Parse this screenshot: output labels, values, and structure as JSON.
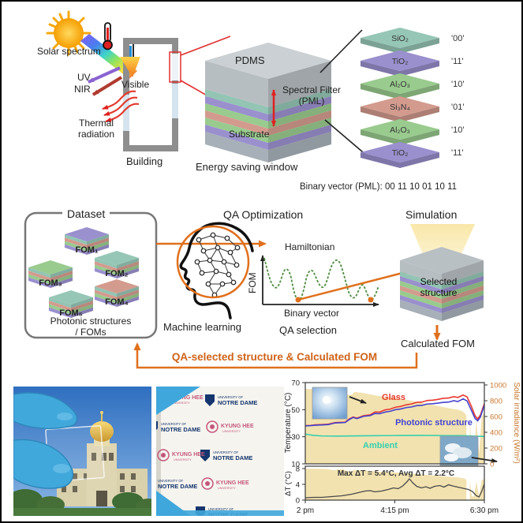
{
  "art": {
    "solar_spectrum": "Solar spectrum",
    "uv": "UV",
    "nir": "NIR",
    "thermal_radiation": "Thermal radiation",
    "visible": "Visible",
    "building": "Building",
    "pdms": "PDMS",
    "spectral_filter": "Spectral Filter (PML)",
    "substrate": "Substrate",
    "window_caption": "Energy saving window",
    "binary_vector": "Binary vector (PML): 00 11 10 01 10 11",
    "layers": [
      {
        "material": "SiO₂",
        "code": "'00'",
        "color": "#96c6b6"
      },
      {
        "material": "TiO₂",
        "code": "'11'",
        "color": "#9a90ce"
      },
      {
        "material": "Al₂O₃",
        "code": "'10'",
        "color": "#99cb8e"
      },
      {
        "material": "Si₃N₄",
        "code": "'01'",
        "color": "#d39b8e"
      },
      {
        "material": "Al₂O₃",
        "code": "'10'",
        "color": "#99cb8e"
      },
      {
        "material": "TiO₂",
        "code": "'11'",
        "color": "#9a90ce"
      }
    ]
  },
  "workflow": {
    "dataset_title": "Dataset",
    "fom_blocks": [
      {
        "label": "FOM₁",
        "color": "#9a90ce"
      },
      {
        "label": "FOM₂",
        "color": "#96c6b6"
      },
      {
        "label": "FOM₃",
        "color": "#99cb8e"
      },
      {
        "label": "FOM₄",
        "color": "#d39b8e"
      },
      {
        "label": "FOM₅",
        "color": "#96c6b6"
      }
    ],
    "dataset_caption1": "Photonic structures",
    "dataset_caption2": "/ FOMs",
    "machine_learning": "Machine learning",
    "qa_title": "QA Optimization",
    "hamiltonian": "Hamiltonian",
    "fom_axis": "FOM",
    "binary_axis": "Binary vector",
    "qa_selection": "QA selection",
    "simulation_title": "Simulation",
    "selected_structure": "Selected structure",
    "calculated_fom": "Calculated FOM",
    "feedback_banner": "QA-selected structure & Calculated FOM",
    "accent_color": "#e0701c"
  },
  "photos": {
    "notre_dame_top": "UNIVERSITY OF",
    "notre_dame": "NOTRE DAME",
    "kyung_hee": "KYUNG HEE",
    "kyung_hee_sub": "UNIVERSITY"
  },
  "chart_data": [
    {
      "type": "line",
      "left_axis": {
        "label": "Temperature (°C)",
        "ticks": [
          10,
          30,
          50,
          70
        ],
        "lim": [
          10,
          70
        ]
      },
      "right_axis": {
        "label": "Solar irradiance (W/m²)",
        "ticks": [
          0,
          200,
          400,
          600,
          800,
          1000
        ],
        "lim": [
          0,
          1000
        ],
        "color": "#c8782d"
      },
      "x_range_minutes": [
        0,
        270
      ],
      "series": [
        {
          "name": "Glass",
          "color": "#e8382e",
          "points": [
            [
              0,
              38.2
            ],
            [
              8,
              38.4
            ],
            [
              15,
              38.8
            ],
            [
              25,
              39
            ],
            [
              35,
              39.3
            ],
            [
              45,
              40.5
            ],
            [
              52,
              40.6
            ],
            [
              60,
              40.8
            ],
            [
              66,
              43
            ],
            [
              72,
              44.6
            ],
            [
              78,
              43.8
            ],
            [
              88,
              45.6
            ],
            [
              98,
              46.2
            ],
            [
              105,
              48.3
            ],
            [
              112,
              48.2
            ],
            [
              120,
              49.8
            ],
            [
              128,
              50.4
            ],
            [
              136,
              51.8
            ],
            [
              144,
              52.4
            ],
            [
              152,
              53.6
            ],
            [
              160,
              54.2
            ],
            [
              168,
              55.4
            ],
            [
              176,
              55.6
            ],
            [
              184,
              56.8
            ],
            [
              192,
              57
            ],
            [
              200,
              57.6
            ],
            [
              208,
              58.4
            ],
            [
              216,
              58.6
            ],
            [
              224,
              59.6
            ],
            [
              230,
              59
            ],
            [
              238,
              60.8
            ],
            [
              244,
              59.4
            ],
            [
              250,
              53
            ],
            [
              256,
              45.5
            ],
            [
              260,
              43.2
            ],
            [
              264,
              46
            ],
            [
              270,
              54.5
            ]
          ]
        },
        {
          "name": "Photonic structure",
          "color": "#4343cf",
          "points": [
            [
              0,
              38
            ],
            [
              8,
              38.2
            ],
            [
              15,
              38.5
            ],
            [
              25,
              38.7
            ],
            [
              35,
              39
            ],
            [
              45,
              40.2
            ],
            [
              52,
              40.3
            ],
            [
              60,
              40.5
            ],
            [
              66,
              42.6
            ],
            [
              72,
              44.2
            ],
            [
              78,
              43.4
            ],
            [
              88,
              45.1
            ],
            [
              98,
              45.6
            ],
            [
              105,
              47.2
            ],
            [
              112,
              47
            ],
            [
              120,
              48.2
            ],
            [
              128,
              48.8
            ],
            [
              136,
              50
            ],
            [
              144,
              50.5
            ],
            [
              152,
              51.5
            ],
            [
              160,
              52
            ],
            [
              168,
              53
            ],
            [
              176,
              53.2
            ],
            [
              184,
              54.2
            ],
            [
              192,
              54.4
            ],
            [
              200,
              54.8
            ],
            [
              208,
              55.4
            ],
            [
              216,
              55.6
            ],
            [
              224,
              56.6
            ],
            [
              230,
              56
            ],
            [
              238,
              58
            ],
            [
              244,
              56.4
            ],
            [
              250,
              50
            ],
            [
              256,
              43.5
            ],
            [
              260,
              41.8
            ],
            [
              264,
              44.5
            ],
            [
              270,
              53.5
            ]
          ]
        },
        {
          "name": "Ambient",
          "color": "#35cfae",
          "points": [
            [
              0,
              32
            ],
            [
              12,
              31
            ],
            [
              25,
              30.6
            ],
            [
              50,
              30.5
            ],
            [
              90,
              30.7
            ],
            [
              130,
              30.9
            ],
            [
              170,
              31
            ],
            [
              210,
              30.9
            ],
            [
              240,
              30.8
            ],
            [
              258,
              30.4
            ],
            [
              270,
              30.2
            ]
          ]
        }
      ],
      "area_series": {
        "name": "Solar irradiance",
        "color": "#f2e2b0",
        "segments": [
          [
            [
              0,
              950
            ],
            [
              18,
              945
            ],
            [
              32,
              938
            ],
            [
              44,
              900
            ],
            [
              50,
              928
            ],
            [
              58,
              922
            ],
            [
              62,
              876
            ],
            [
              70,
              874
            ],
            [
              74,
              912
            ],
            [
              86,
              900
            ],
            [
              100,
              878
            ],
            [
              112,
              858
            ],
            [
              122,
              850
            ],
            [
              132,
              842
            ],
            [
              142,
              828
            ],
            [
              152,
              812
            ],
            [
              162,
              798
            ],
            [
              172,
              780
            ],
            [
              182,
              762
            ],
            [
              192,
              746
            ],
            [
              202,
              730
            ],
            [
              212,
              714
            ],
            [
              222,
              698
            ],
            [
              230,
              688
            ],
            [
              238,
              662
            ],
            [
              243,
              620
            ]
          ],
          [
            [
              248,
              590
            ],
            [
              251,
              120
            ],
            [
              254,
              100
            ],
            [
              258,
              560
            ],
            [
              262,
              120
            ],
            [
              266,
              600
            ],
            [
              270,
              650
            ]
          ]
        ]
      },
      "insets": [
        "sun photo",
        "cloud photo"
      ],
      "legend_position": "inline"
    },
    {
      "type": "line",
      "left_axis": {
        "label": "ΔT (°C)",
        "ticks": [
          0,
          4,
          8
        ],
        "lim": [
          0,
          8
        ]
      },
      "x_ticks": [
        {
          "label": "2 pm",
          "t": 0
        },
        {
          "label": "4:15 pm",
          "t": 135
        },
        {
          "label": "6:30 pm",
          "t": 270
        }
      ],
      "annotation": "Max ΔT = 5.4°C, Avg ΔT = 2.2°C",
      "series": [
        {
          "name": "ΔT",
          "color": "#4a4a4a",
          "points": [
            [
              0,
              0.6
            ],
            [
              12,
              0.7
            ],
            [
              25,
              0.7
            ],
            [
              40,
              0.9
            ],
            [
              55,
              1.1
            ],
            [
              70,
              1.5
            ],
            [
              80,
              1.9
            ],
            [
              90,
              2.3
            ],
            [
              98,
              2.4
            ],
            [
              105,
              2.1
            ],
            [
              115,
              2.3
            ],
            [
              125,
              2.7
            ],
            [
              133,
              3.1
            ],
            [
              140,
              2.9
            ],
            [
              147,
              3.6
            ],
            [
              153,
              4.6
            ],
            [
              157,
              5.4
            ],
            [
              162,
              4.4
            ],
            [
              168,
              3.5
            ],
            [
              175,
              3.1
            ],
            [
              182,
              3.4
            ],
            [
              188,
              3
            ],
            [
              195,
              3.5
            ],
            [
              203,
              3.7
            ],
            [
              209,
              3.3
            ],
            [
              216,
              3.9
            ],
            [
              222,
              3.6
            ],
            [
              230,
              3.3
            ],
            [
              238,
              3
            ],
            [
              246,
              2.7
            ],
            [
              252,
              2.2
            ],
            [
              258,
              1.1
            ],
            [
              262,
              0.8
            ],
            [
              266,
              2.2
            ],
            [
              270,
              4.1
            ]
          ]
        }
      ]
    }
  ]
}
